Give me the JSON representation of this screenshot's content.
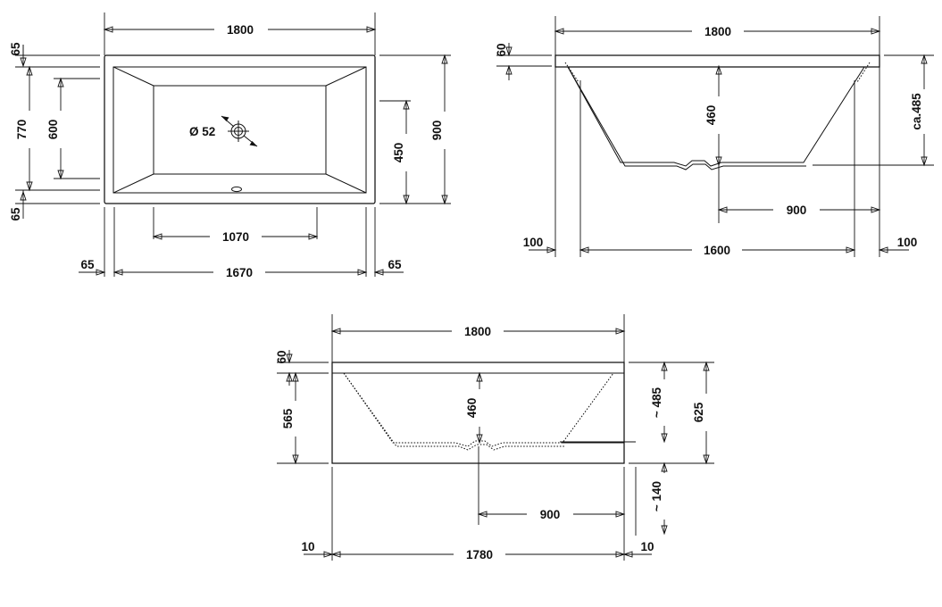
{
  "drawing": {
    "title": "Bathtub technical dimension drawing",
    "units": "mm",
    "line_color": "#111111",
    "background": "#ffffff"
  },
  "views": {
    "plan": {
      "name": "top-plan-view",
      "dimensions": {
        "overall_length": "1800",
        "overall_width": "900",
        "rim_left": "65",
        "rim_right": "65",
        "rim_top": "65",
        "rim_bottom": "65",
        "inner_width_total": "770",
        "inner_width_base": "600",
        "inner_length_base": "1070",
        "inner_length_total": "1670",
        "drain_offset": "450",
        "drain_diameter": "Ø 52"
      }
    },
    "side_elevation": {
      "name": "side-elevation-view",
      "dimensions": {
        "overall_length": "1800",
        "rim_thickness": "60",
        "interior_depth": "460",
        "height_approx": "ca.485",
        "foot_span": "1600",
        "foot_inset_left": "100",
        "foot_inset_right": "100",
        "drain_offset": "900"
      }
    },
    "front_elevation": {
      "name": "front-elevation-view",
      "dimensions": {
        "overall_length": "1800",
        "rim_thickness": "60",
        "panel_height": "565",
        "interior_depth": "460",
        "height_approx": "~ 485",
        "total_height": "625",
        "foot_height_approx": "~ 140",
        "panel_width": "1780",
        "inset_left": "10",
        "inset_right": "10",
        "drain_offset": "900"
      }
    }
  }
}
